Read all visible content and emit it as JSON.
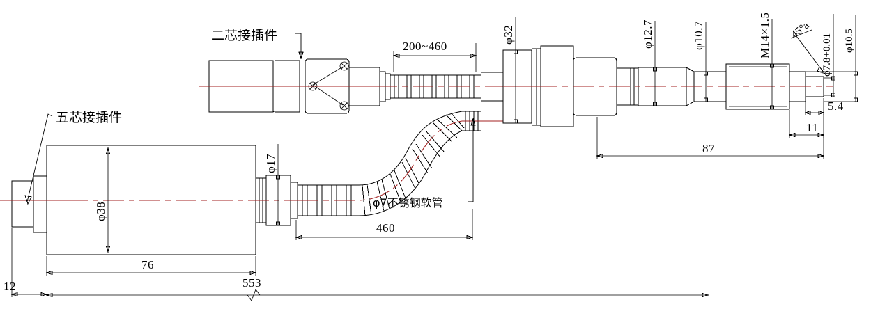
{
  "drawing": {
    "title": "sensor-assembly-outline-drawing",
    "units": "mm",
    "line_color": "#000000",
    "centerline_color": "#a32020",
    "background": "#ffffff"
  },
  "labels": {
    "five_pin_connector": "五芯接插件",
    "two_pin_connector": "二芯接插件",
    "stainless_hose": "φ7不锈钢软管"
  },
  "dimensions": {
    "body_dia": "φ38",
    "neck_dia": "φ17",
    "body_length": "76",
    "connector_length": "12",
    "overall_length": "553",
    "hose_length_lower": "460",
    "hose_length_upper": "200~460",
    "block_dia": "φ32",
    "shaft_dia_1": "φ12.7",
    "shaft_dia_2": "φ10.7",
    "thread": "M14×1.5",
    "chamfer": "45°a",
    "tip_dia_tol": "φ7.8+0.01",
    "tip_dia_outer": "φ10.5",
    "tip_length": "5.4",
    "tip_step": "11",
    "probe_length": "87"
  }
}
